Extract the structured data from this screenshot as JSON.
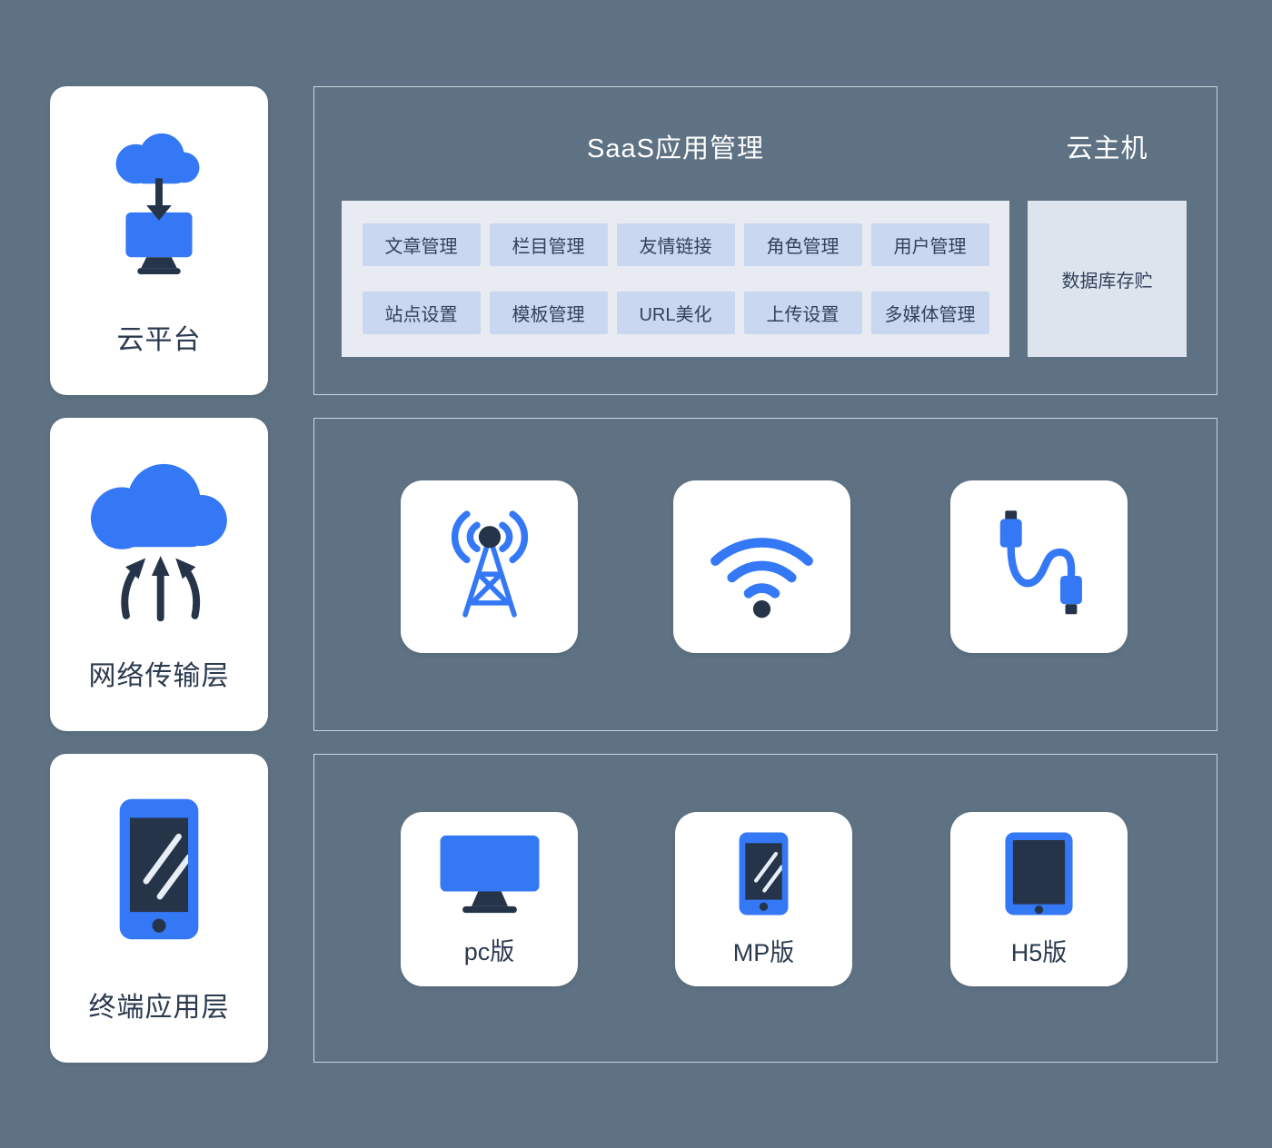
{
  "colors": {
    "background": "#5e7284",
    "accent_blue": "#3478f6",
    "dark_navy": "#263449",
    "chip_bg": "#c9d7f1",
    "panel_bg": "#e8ecf2",
    "db_bg": "#dde4ee",
    "card_bg": "#ffffff",
    "title_text": "#ffffff"
  },
  "left_column": {
    "cards": [
      {
        "label": "云平台",
        "icon": "cloud-download-monitor-icon"
      },
      {
        "label": "网络传输层",
        "icon": "cloud-upload-arrows-icon"
      },
      {
        "label": "终端应用层",
        "icon": "smartphone-icon"
      }
    ]
  },
  "saas_section": {
    "title": "SaaS应用管理",
    "host_title": "云主机",
    "chips": [
      "文章管理",
      "栏目管理",
      "友情链接",
      "角色管理",
      "用户管理",
      "站点设置",
      "模板管理",
      "URL美化",
      "上传设置",
      "多媒体管理"
    ],
    "db_label": "数据库存贮"
  },
  "network_section": {
    "icons": [
      "antenna-tower-icon",
      "wifi-icon",
      "usb-cable-icon"
    ]
  },
  "terminal_section": {
    "cards": [
      {
        "label": "pc版",
        "icon": "desktop-monitor-icon"
      },
      {
        "label": "MP版",
        "icon": "smartphone-icon"
      },
      {
        "label": "H5版",
        "icon": "tablet-icon"
      }
    ]
  }
}
